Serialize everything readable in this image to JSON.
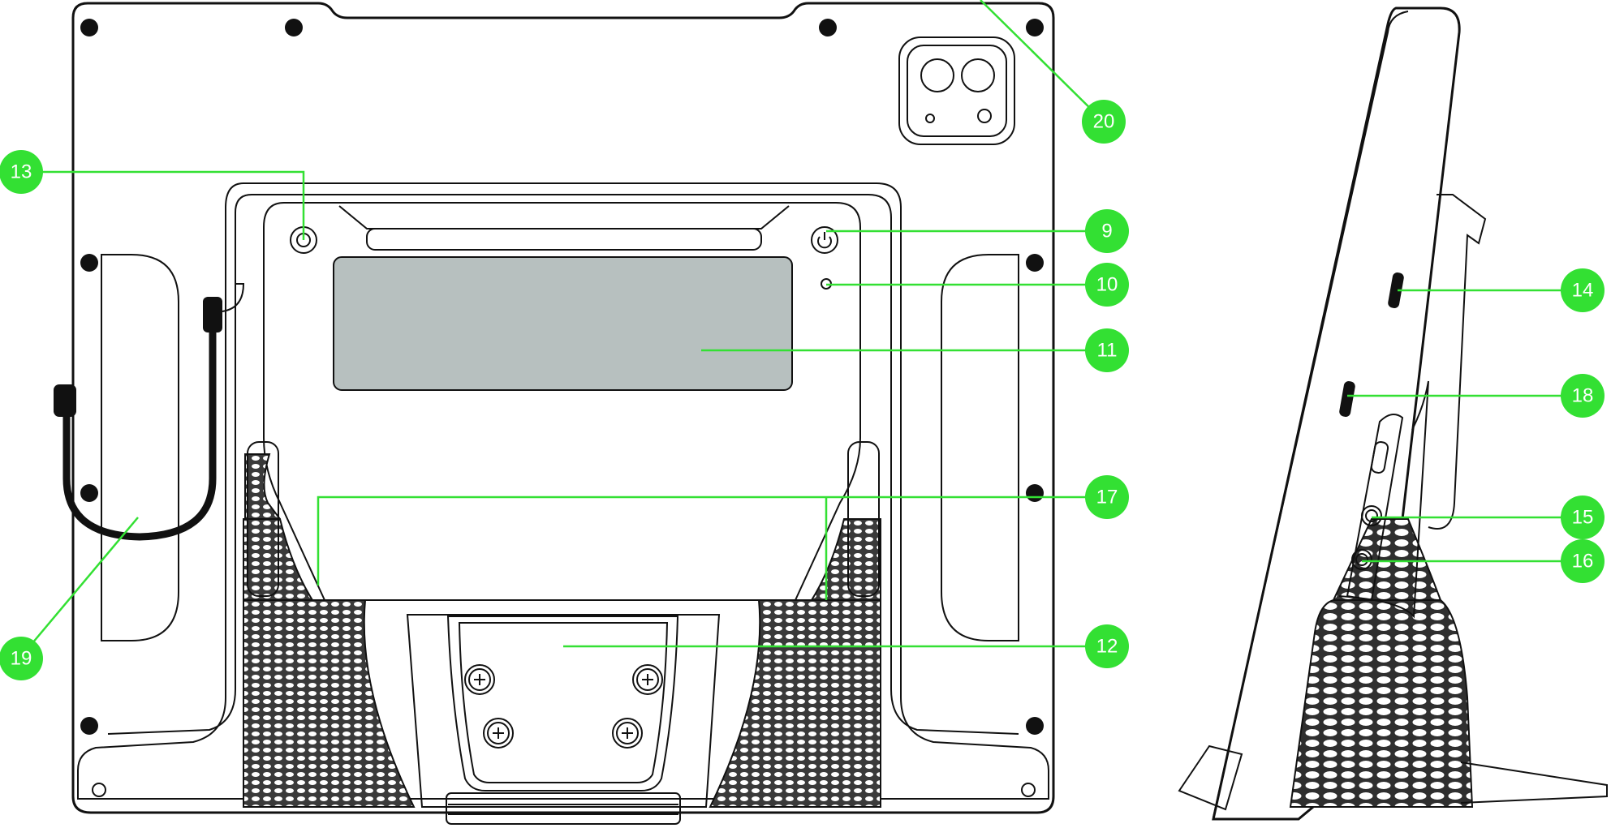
{
  "callouts": {
    "c9": "9",
    "c10": "10",
    "c11": "11",
    "c12": "12",
    "c13": "13",
    "c14": "14",
    "c15": "15",
    "c16": "16",
    "c17": "17",
    "c18": "18",
    "c19": "19",
    "c20": "20"
  },
  "colors": {
    "callout": "#33e033",
    "outline": "#111111",
    "panel": "#b7c0bf",
    "background": "#ffffff"
  }
}
